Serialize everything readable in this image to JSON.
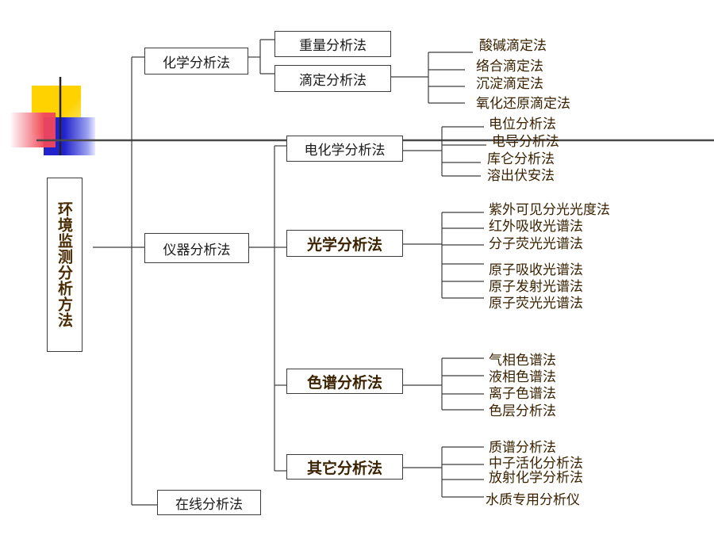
{
  "root": "环境监测分析方法",
  "level1": {
    "chemical": "化学分析法",
    "instrument": "仪器分析法",
    "online": "在线分析法"
  },
  "chemical_sub": {
    "gravimetric": "重量分析法",
    "titration": "滴定分析法"
  },
  "titration_methods": [
    "酸碱滴定法",
    "络合滴定法",
    "沉淀滴定法",
    "氧化还原滴定法"
  ],
  "instrument_sub": {
    "electrochem": "电化学分析法",
    "optical": "光学分析法",
    "chromatography": "色谱分析法",
    "other": "其它分析法"
  },
  "electrochem_methods": [
    "电位分析法",
    "电导分析法",
    "库仑分析法",
    "溶出伏安法"
  ],
  "optical_methods": [
    "紫外可见分光光度法",
    "红外吸收光谱法",
    "分子荧光光谱法",
    "原子吸收光谱法",
    "原子发射光谱法",
    "原子荧光光谱法"
  ],
  "chromatography_methods": [
    "气相色谱法",
    "液相色谱法",
    "离子色谱法",
    "色层分析法"
  ],
  "other_methods": [
    "质谱分析法",
    "中子活化分析法",
    "放射化学分析法",
    "水质专用分析仪"
  ],
  "colors": {
    "line": "#3c3c3c",
    "accent_yellow": "#ffd200",
    "accent_red": "#f0465a",
    "accent_blue": "#2a2ad8"
  }
}
